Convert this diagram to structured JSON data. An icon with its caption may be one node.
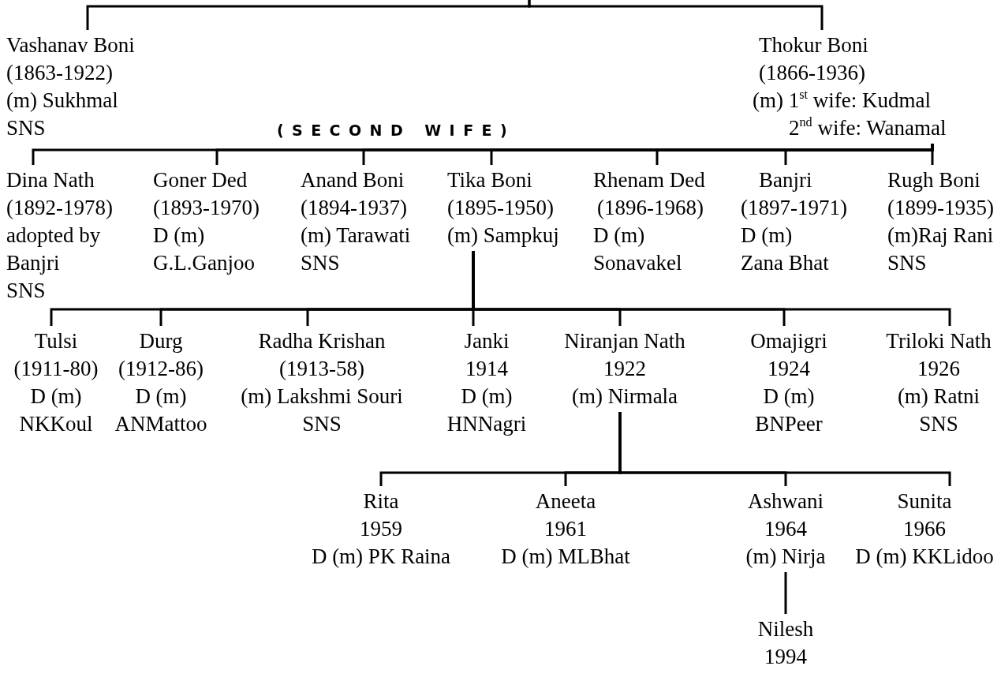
{
  "diagram": {
    "nodes": [
      {
        "text": [
          "Vashanav Boni",
          "(1863-1922)",
          "(m) Sukhmal",
          "SNS"
        ]
      },
      {
        "text": [
          "Thokur Boni",
          "(1866-1936)",
          "(m) 1$^{st}$ wife: Kudmal",
          "2$^{nd}$ wife: Wanamal"
        ]
      },
      {
        "text": [
          "Dina Nath",
          "(1892-1978)",
          "adopted by Banjri",
          "SNS"
        ]
      },
      {
        "text": [
          "Goner Ded",
          "(1893-1970)",
          "D (m)",
          "G.L.Ganjoo"
        ]
      },
      {
        "text": [
          "Anand Boni",
          "(1894-1937)",
          "(m) Tarawati",
          "SNS"
        ]
      },
      {
        "text": [
          "Tika Boni",
          "(1895-1950)",
          "(m) Sampkuj"
        ]
      },
      {
        "text": [
          "Rhenam Ded",
          "(1896-1968)",
          "D (m)",
          "Sonavakel"
        ]
      },
      {
        "text": [
          "Banjri",
          "(1897-1971)",
          "D (m)",
          "Zana Bhat"
        ]
      },
      {
        "text": [
          "Rugh Boni",
          "(1899-1935)",
          "(m)Raj Rani",
          "SNS"
        ]
      },
      {
        "text": [
          "Tulsi",
          "(1911-80)",
          "D (m)",
          "NKKoul"
        ]
      },
      {
        "text": [
          "Durg",
          "(1912-86)",
          "D (m)",
          "ANMattoo"
        ]
      },
      {
        "text": [
          "Radha Krishan",
          "(1913-58)",
          "(m) Lakshmi Souri",
          "SNS"
        ]
      },
      {
        "text": [
          "Janki",
          "1914",
          "D (m)",
          "HNNagri"
        ]
      },
      {
        "text": [
          "Niranjan Nath",
          "1922",
          "(m) Nirmala"
        ]
      },
      {
        "text": [
          "Omajigri",
          "1924",
          "D (m)",
          "BNPeer"
        ]
      },
      {
        "text": [
          "Triloki Nath",
          "1926",
          "(m) Ratni",
          "SNS"
        ]
      },
      {
        "text": [
          "Rita",
          "1959",
          "D (m) PK Raina"
        ]
      },
      {
        "text": [
          "Aneeta",
          "1961",
          "D (m) MLBhat"
        ]
      },
      {
        "text": [
          "Ashwani",
          "1964",
          "(m) Nirja"
        ]
      },
      {
        "text": [
          "Sunita",
          "1966",
          "D (m) KKLidoo"
        ]
      },
      {
        "text": [
          "Nilesh",
          "1994"
        ]
      }
    ],
    "edges": [
      {
        "from": null,
        "to": 0,
        "arrow": "none"
      },
      {
        "from": null,
        "to": 1,
        "arrow": "none"
      },
      {
        "from": 1,
        "to": 2,
        "arrow": "none"
      },
      {
        "from": 1,
        "to": 3,
        "arrow": "none"
      },
      {
        "from": 1,
        "to": 4,
        "arrow": "none"
      },
      {
        "from": 1,
        "to": 5,
        "arrow": "none"
      },
      {
        "from": 1,
        "to": 6,
        "arrow": "none"
      },
      {
        "from": 1,
        "to": 7,
        "arrow": "none"
      },
      {
        "from": 1,
        "to": 8,
        "arrow": "none"
      },
      {
        "from": 5,
        "to": 9,
        "arrow": "none"
      },
      {
        "from": 5,
        "to": 10,
        "arrow": "none"
      },
      {
        "from": 5,
        "to": 11,
        "arrow": "none"
      },
      {
        "from": 5,
        "to": 12,
        "arrow": "none"
      },
      {
        "from": 5,
        "to": 13,
        "arrow": "none"
      },
      {
        "from": 5,
        "to": 14,
        "arrow": "none"
      },
      {
        "from": 5,
        "to": 15,
        "arrow": "none"
      },
      {
        "from": 13,
        "to": 16,
        "arrow": "none"
      },
      {
        "from": 13,
        "to": 17,
        "arrow": "none"
      },
      {
        "from": 13,
        "to": 18,
        "arrow": "none"
      },
      {
        "from": 13,
        "to": 19,
        "arrow": "none"
      },
      {
        "from": 18,
        "to": 20,
        "arrow": "none"
      }
    ],
    "labels": [
      "(SECOND WIFE)"
    ]
  }
}
